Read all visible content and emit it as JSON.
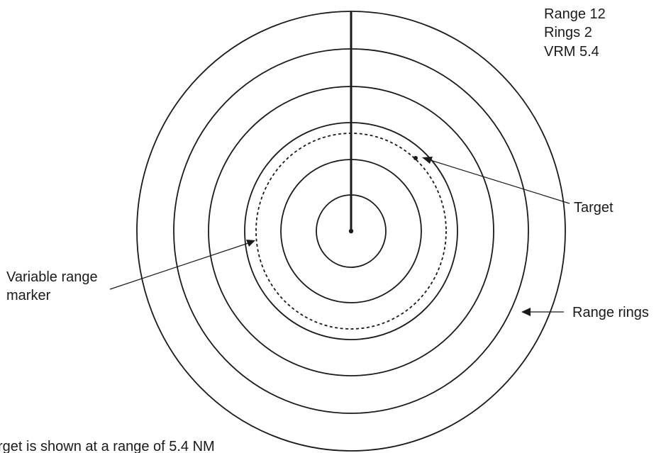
{
  "readout": {
    "range": "Range 12",
    "rings": "Rings 2",
    "vrm": "VRM 5.4"
  },
  "labels": {
    "target": "Target",
    "vrm_line1": "Variable range",
    "vrm_line2": "marker",
    "range_rings": "Range rings"
  },
  "caption": "rget is shown at a range of 5.4 NM"
}
